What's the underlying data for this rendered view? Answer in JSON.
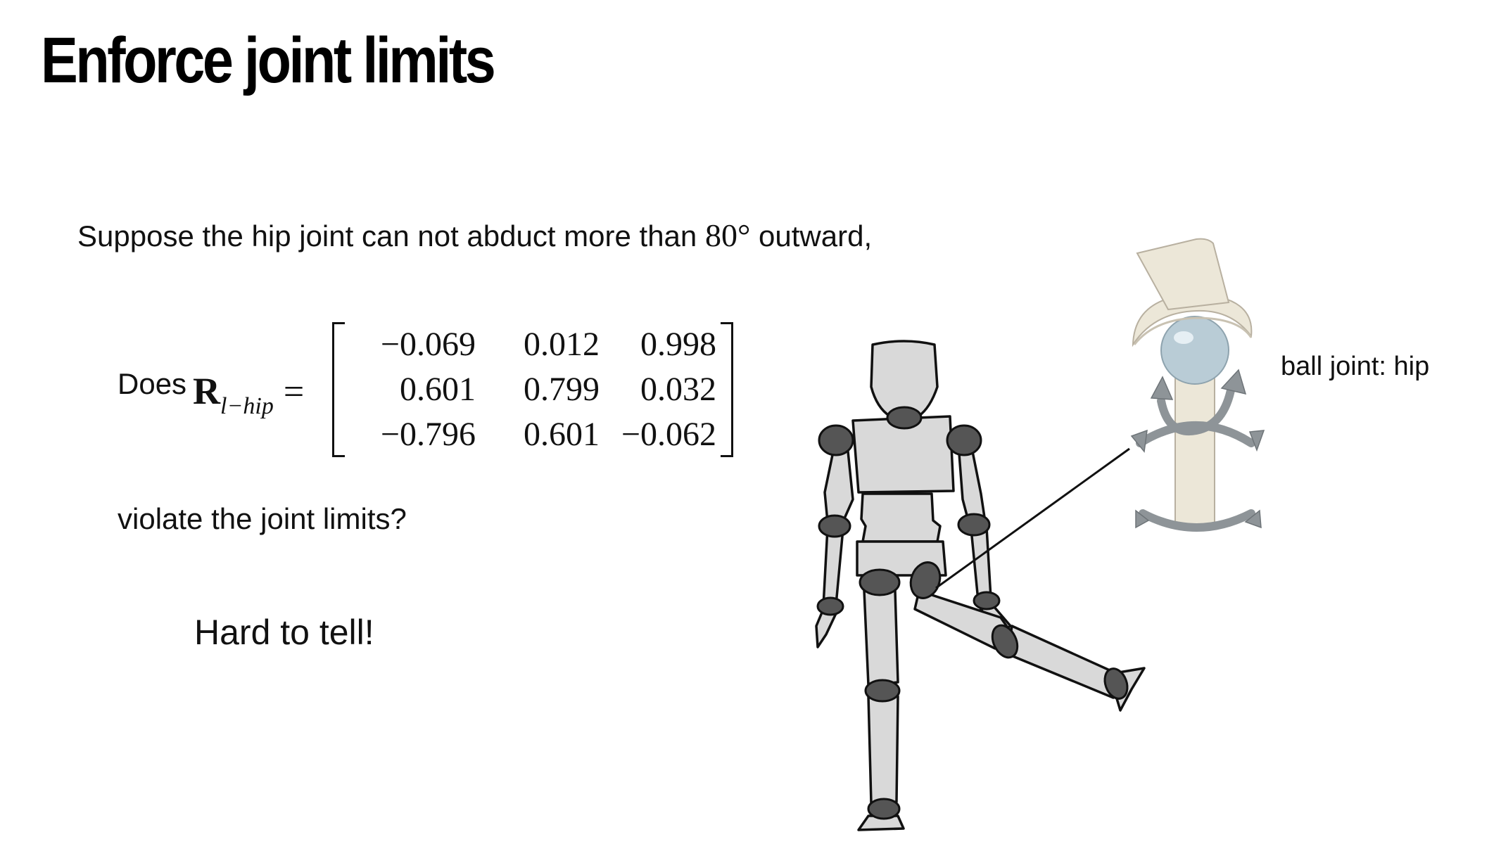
{
  "slide": {
    "title": "Enforce joint limits",
    "intro_text": "Suppose the hip joint can not abduct more than",
    "intro_angle": "80°",
    "intro_suffix": "outward,",
    "question_prefix": "Does",
    "matrix_symbol": "R",
    "matrix_subscript": "l−hip",
    "equals": "=",
    "matrix_rows": [
      [
        "−0.069",
        "0.012",
        "0.998"
      ],
      [
        "0.601",
        "0.799",
        "0.032"
      ],
      [
        "−0.796",
        "0.601",
        "−0.062"
      ]
    ],
    "question_suffix": "violate the joint limits?",
    "answer": "Hard to tell!",
    "joint_label": "ball joint: hip"
  },
  "icons": {
    "figure": "wooden-mannequin-figure",
    "joint": "ball-joint-illustration",
    "rotation_arrows": "rotation-arrows-icon"
  },
  "colors": {
    "mannequin_body": "#d9d9d9",
    "mannequin_joint": "#555555",
    "joint_socket": "#ece7d8",
    "joint_ball": "#b9ccd6",
    "arrows": "#8e9498"
  }
}
